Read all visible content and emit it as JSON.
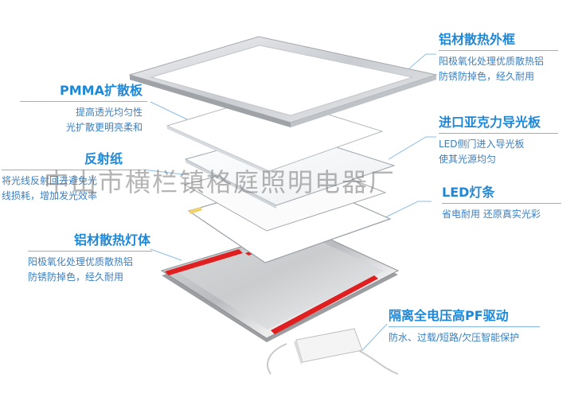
{
  "labels": {
    "frame": {
      "title": "铝材散热外框",
      "lines": [
        "阳极氧化处理优质散热铝",
        "防锈防掉色，经久耐用"
      ]
    },
    "pmma": {
      "title": "PMMA扩散板",
      "lines": [
        "提高透光均匀性",
        "光扩散更明亮柔和"
      ]
    },
    "lgp": {
      "title": "进口亚克力导光板",
      "lines": [
        "LED侧门进入导光板",
        "使其光源均匀"
      ]
    },
    "reflector": {
      "title": "反射纸",
      "lines": [
        "将光线反射回去避免光",
        "线损耗，增加发光效率"
      ]
    },
    "led": {
      "title": "LED灯条",
      "lines": [
        "省电耐用 还原真实光彩"
      ]
    },
    "body": {
      "title": "铝材散热灯体",
      "lines": [
        "阳极氧化处理优质散热铝",
        "防锈防掉色，经久耐用"
      ]
    },
    "driver": {
      "title": "隔离全电压高PF驱动",
      "lines": [
        "防水、过载/短路/欠压智能保护"
      ]
    }
  },
  "watermark": "中山市横栏镇格庭照明电器厂",
  "colors": {
    "accent": "#1e88d8",
    "strip": "#e02020"
  }
}
